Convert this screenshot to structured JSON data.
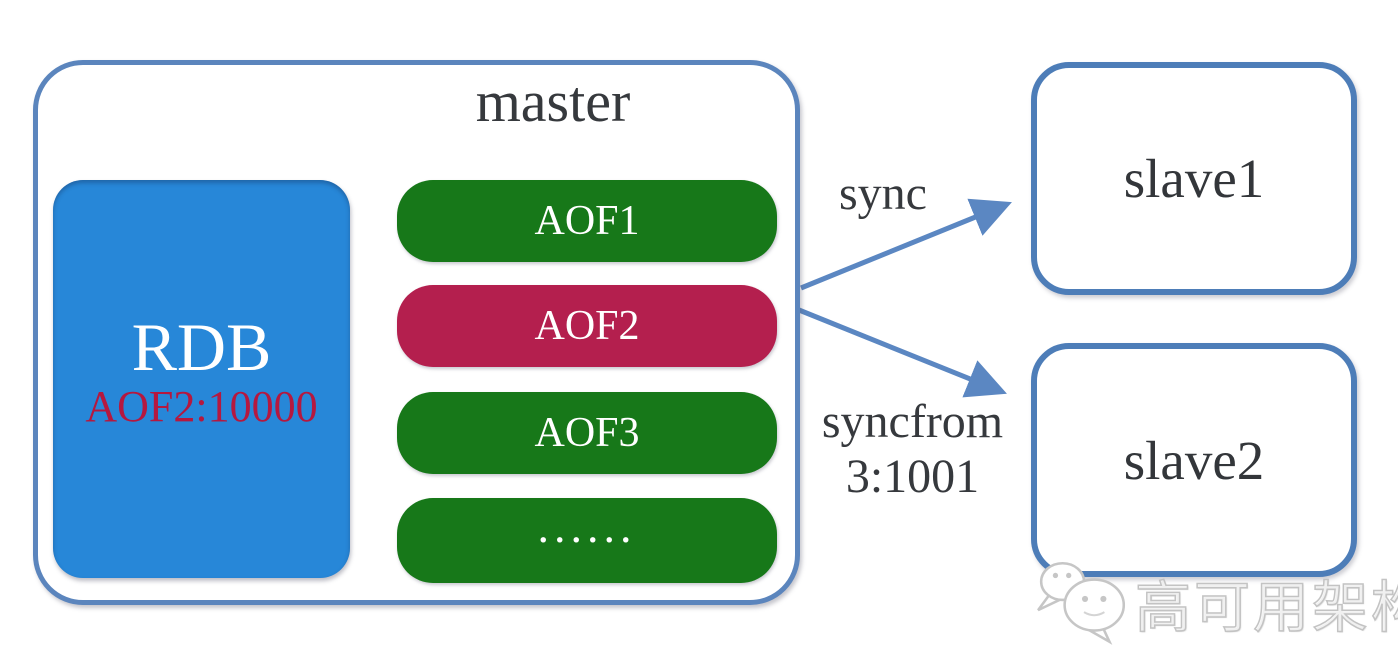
{
  "master": {
    "title": "master",
    "rdb": {
      "label": "RDB",
      "offset_label": "AOF2:10000",
      "fill_color": "#2787d8",
      "offset_text_color": "#b5183f"
    },
    "aof_segments": [
      {
        "label": "AOF1",
        "color": "#177819"
      },
      {
        "label": "AOF2",
        "color": "#b41f4e"
      },
      {
        "label": "AOF3",
        "color": "#177819"
      },
      {
        "label": "......",
        "color": "#177819"
      }
    ]
  },
  "slaves": [
    {
      "label": "slave1"
    },
    {
      "label": "slave2"
    }
  ],
  "arrows": [
    {
      "label": "sync",
      "from": "master",
      "to": "slave1"
    },
    {
      "label": "syncfrom 3:1001",
      "line1": "syncfrom",
      "line2": "3:1001",
      "from": "master",
      "to": "slave2"
    }
  ],
  "watermark": {
    "text": "高可用架构",
    "icon": "wechat-chat-bubbles-icon"
  },
  "colors": {
    "box_border_blue": "#5b85bd",
    "slave_border_blue": "#4d7db8",
    "arrow_blue": "#5b87c2",
    "green_segment": "#177819",
    "red_segment": "#b41f4e",
    "rdb_blue": "#2787d8",
    "dark_text": "#36393d"
  }
}
